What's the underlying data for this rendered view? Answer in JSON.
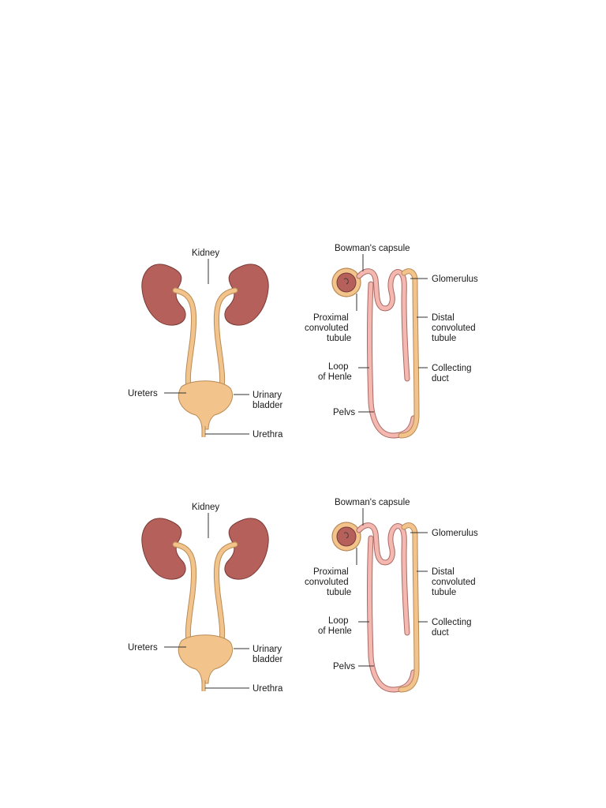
{
  "labels": {
    "kidney": "Kidney",
    "ureters": "Ureters",
    "urinary": "Urinary",
    "bladder": "bladder",
    "urethra": "Urethra",
    "bowmans_capsule": "Bowman's capsule",
    "glomerulus": "Glomerulus",
    "proximal": "Proximal",
    "convoluted_left": "convoluted",
    "tubule_left": "tubule",
    "distal": "Distal",
    "convoluted_right": "convoluted",
    "tubule_right": "tubule",
    "loop": "Loop",
    "of_henle": "of Henle",
    "collecting": "Collecting",
    "duct": "duct",
    "pelvs": "Pelvs"
  },
  "colors": {
    "kidney_fill": "#B5605A",
    "kidney_stroke": "#7A3A36",
    "ureter_fill": "#F2C48B",
    "ureter_stroke": "#B98A55",
    "tubule_fill": "#F4B8B0",
    "tubule_stroke": "#A86A63",
    "collecting_fill": "#F2C48B"
  }
}
